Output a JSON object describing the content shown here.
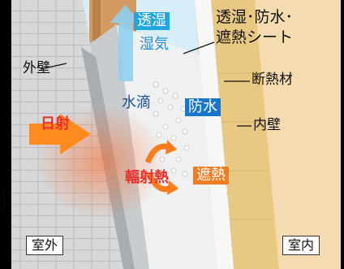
{
  "labels": {
    "outer_wall": "外壁",
    "breathable_top": "透湿",
    "breathable_vapor": "湿気",
    "sheet_line1": "透湿･防水･",
    "sheet_line2": "遮熱シート",
    "insulation": "断熱材",
    "water_drops": "水滴",
    "waterproof": "防水",
    "inner_wall": "内壁",
    "sunlight": "日射",
    "radiant_heat": "輻射熱",
    "heat_shield": "遮熱",
    "outdoor": "室外",
    "indoor": "室内"
  },
  "colors": {
    "sky": "#d7eef8",
    "outer_wall": "#d8dadb",
    "sheet": "#eef0f1",
    "insulation": "#e9c982",
    "inner_wall": "#f4dcb0",
    "stud": "#d39a62",
    "vapor_arrow": "#8ed0ee",
    "cyan_badge": "#1ea6de",
    "blue_badge": "#1976c8",
    "orange_badge": "#ef7d22",
    "sun_red": "#e8312a",
    "sun_orange": "#ff8a1f"
  }
}
